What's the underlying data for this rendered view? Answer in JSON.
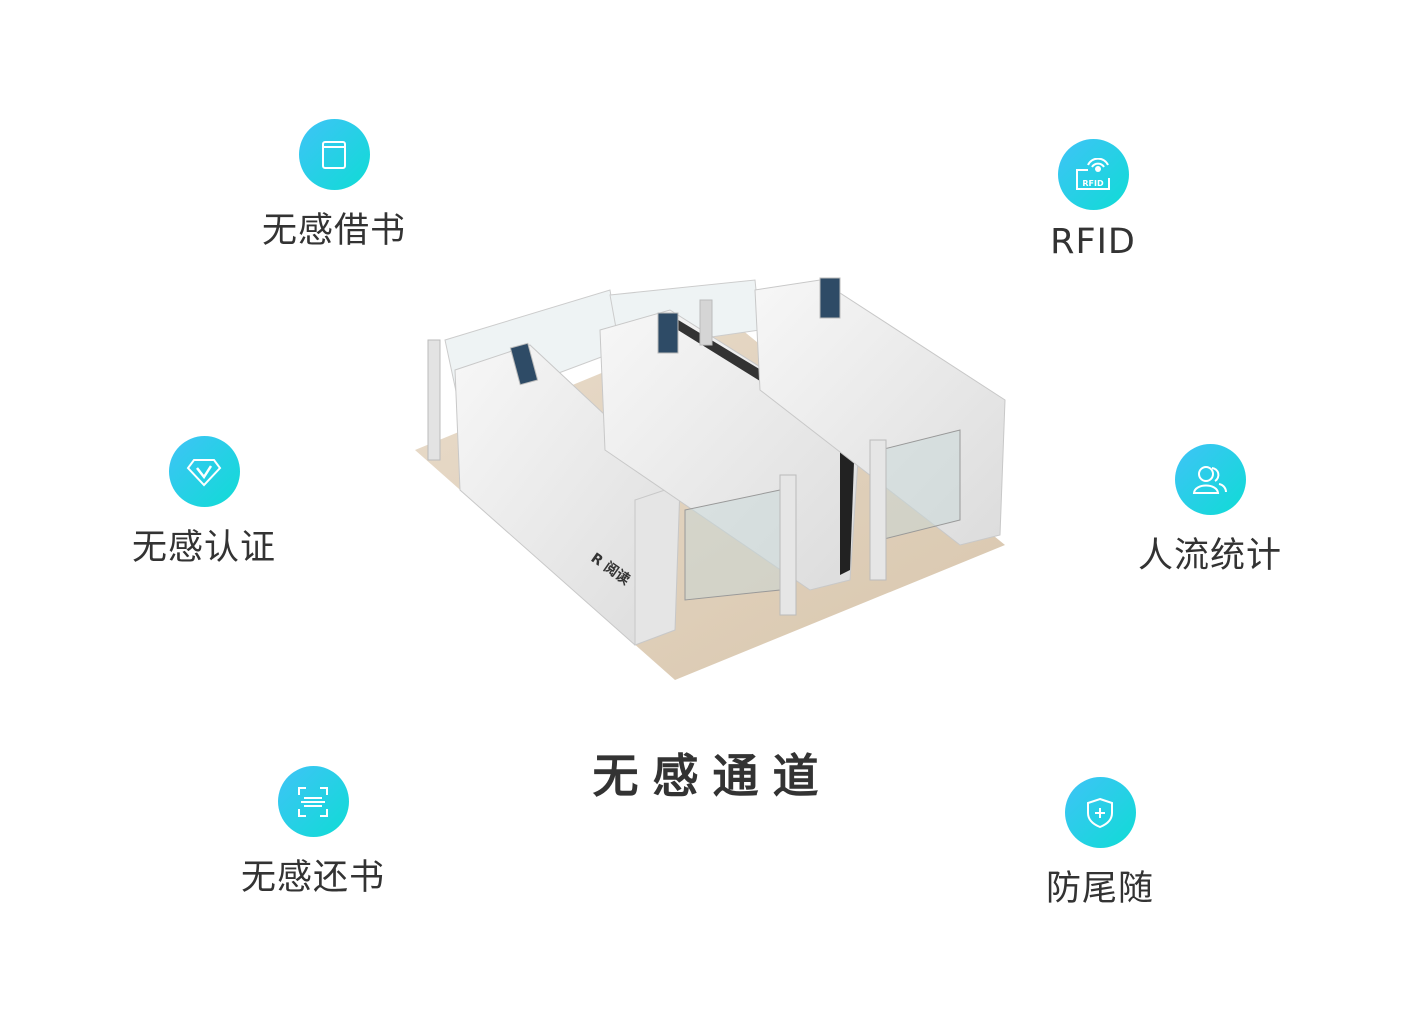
{
  "title": "无感通道",
  "features": [
    {
      "id": "borrow",
      "label": "无感借书",
      "icon": "book-icon"
    },
    {
      "id": "rfid",
      "label": "RFID",
      "icon": "rfid-icon",
      "icon_text": "RFID"
    },
    {
      "id": "verify",
      "label": "无感认证",
      "icon": "diamond-check-icon"
    },
    {
      "id": "count",
      "label": "人流统计",
      "icon": "people-icon"
    },
    {
      "id": "return",
      "label": "无感还书",
      "icon": "scan-icon"
    },
    {
      "id": "tailgate",
      "label": "防尾随",
      "icon": "shield-plus-icon"
    }
  ],
  "colors": {
    "gradient_start": "#3fc3f7",
    "gradient_end": "#0fdcd5",
    "text": "#333333"
  }
}
